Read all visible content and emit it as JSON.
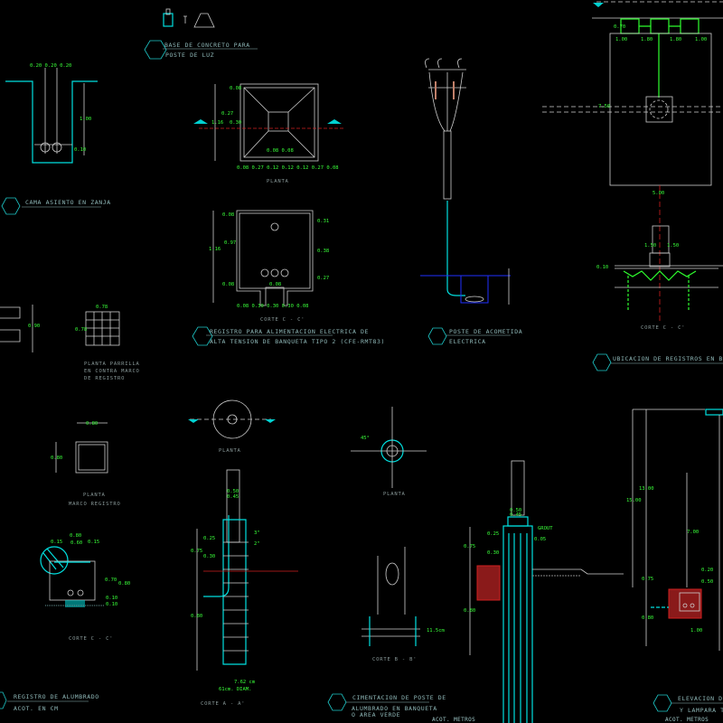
{
  "titles": {
    "base_concreto": [
      "BASE DE CONCRETO PARA",
      "POSTE DE LUZ"
    ],
    "cama_asiento": "CAMA ASIENTO EN ZANJA",
    "registro_at": [
      "REGISTRO PARA ALIMENTACION ELECTRICA DE",
      "ALTA TENSION DE BANQUETA TIPO 2 (CFE-RMT83)"
    ],
    "poste_acometida": [
      "POSTE DE ACOMETIDA",
      "ELECTRICA"
    ],
    "ubicacion_registros": "UBICACION DE REGISTROS EN BANQUETA",
    "registro_alumbrado": [
      "REGISTRO DE ALUMBRADO",
      "ACOT. EN CM"
    ],
    "cimentacion_poste": [
      "CIMENTACION DE POSTE DE",
      "ALUMBRADO EN BANQUETA",
      "O AREA VERDE"
    ],
    "elevacion": [
      "ELEVACION DE LU",
      "Y LAMPARA TIPO"
    ]
  },
  "captions": {
    "planta_parrilla": [
      "PLANTA PARRILLA",
      "EN CONTRA MARCO",
      "DE REGISTRO"
    ],
    "planta_marco": [
      "PLANTA",
      "MARCO REGISTRO"
    ],
    "planta": "PLANTA",
    "corte_cc": "CORTE C - C'",
    "corte_aa": "CORTE A - A'",
    "corte_bb": "CORTE B - B'",
    "acot": "ACOT. METROS"
  },
  "dims": {
    "zanja_top": "0.20 0.20 0.20",
    "zanja_h": "1.00",
    "zanja_b": "0.10",
    "reg_008": "0.08",
    "reg_027": "0.27",
    "reg_116": "1.16",
    "reg_030": "0.30",
    "reg_bot": "0.08 0.27 0.12 0.12 0.12 0.27 0.08",
    "reg_mid": "0.08 0.08",
    "reg2_031": "0.31",
    "reg2_097": "0.97",
    "reg2_038": "0.38",
    "reg2_027": "0.27",
    "reg2_bot": "0.08 0.30 0.30 0.30 0.08",
    "parrilla_w": "0.78",
    "parrilla_h": "0.78",
    "parrilla_side": "0.90",
    "marco_w": "0.80",
    "marco_h": "0.80",
    "cc_top": "0.80",
    "cc_a": "0.15",
    "cc_b": "0.60",
    "cc_c": "0.15",
    "cc_070": "0.70",
    "cc_080": "0.80",
    "cc_010a": "0.10",
    "cc_010b": "0.10",
    "aa_050": "0.50",
    "aa_045": "0.45",
    "aa_075": "0.75",
    "aa_025": "0.25",
    "aa_030": "0.30",
    "aa_080": "0.80",
    "aa_3in": "3\"",
    "aa_2in": "2\"",
    "aa_cm": "7.62 cm",
    "aa_diam": "61cm. DIAM.",
    "bb_45": "45°",
    "bb_11": "11.5cm",
    "col_050": "0.50",
    "col_045": "0.45",
    "col_025": "0.25",
    "col_005": "0.05",
    "col_075": "0.75",
    "col_030": "0.30",
    "col_080": "0.80",
    "grout": "GROUT",
    "el_1500": "15.00",
    "el_1300": "13.00",
    "el_700": "7.00",
    "el_075": "0.75",
    "el_080": "0.80",
    "el_100": "1.00",
    "el_020": "0.20",
    "el_050": "0.50",
    "ub_070": "0.70",
    "ub_100a": "1.00",
    "ub_180a": "1.80",
    "ub_180b": "1.80",
    "ub_100b": "1.00",
    "ub_750": "7.50",
    "ub_500": "5.00",
    "ub_150a": "1.50",
    "ub_150b": "1.50",
    "ub_010": "0.10"
  },
  "colors": {
    "background": "#000000",
    "cyan": "#00e0e0",
    "green": "#2eff2e",
    "line": "#cfcfcf",
    "red": "#d02020"
  }
}
